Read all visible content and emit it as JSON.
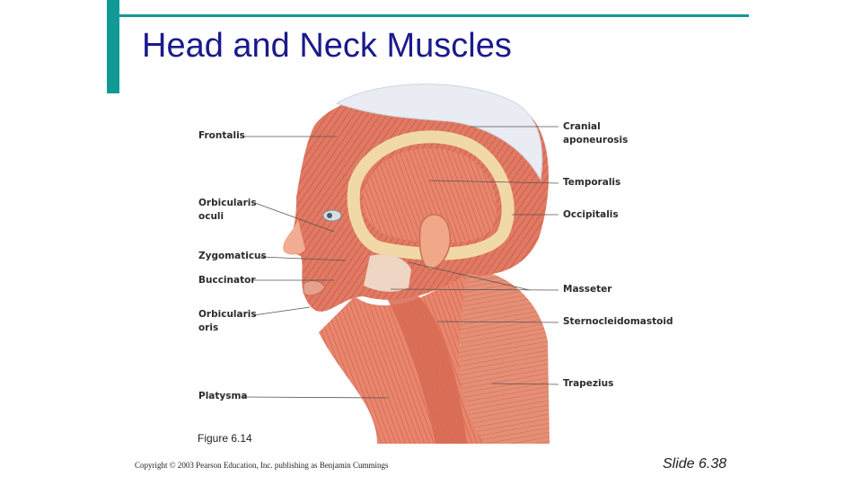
{
  "slide": {
    "title": "Head and Neck Muscles",
    "accent_color": "#119a95",
    "title_color": "#1a1a8c"
  },
  "figure": {
    "caption": "Figure 6.14",
    "labels": {
      "frontalis": "Frontalis",
      "orbicularis_oculi": "Orbicularis\noculi",
      "zygomaticus": "Zygomaticus",
      "buccinator": "Buccinator",
      "orbicularis_oris": "Orbicularis\noris",
      "platysma": "Platysma",
      "cranial_aponeurosis": "Cranial\naponeurosis",
      "temporalis": "Temporalis",
      "occipitalis": "Occipitalis",
      "masseter": "Masseter",
      "sternocleidomastoid": "Sternocleidomastoid",
      "trapezius": "Trapezius"
    }
  },
  "footer": {
    "copyright": "Copyright © 2003 Pearson Education, Inc. publishing as Benjamin Cummings",
    "slide_number": "Slide 6.38"
  }
}
